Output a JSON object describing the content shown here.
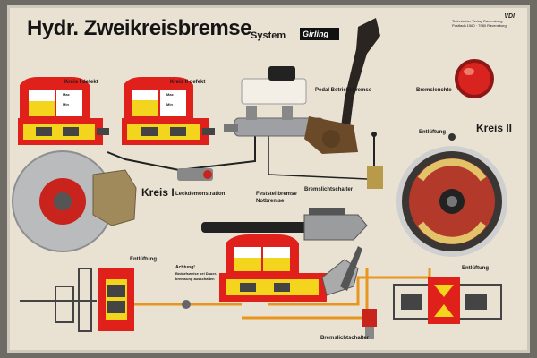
{
  "title": "Hydr. Zweikreisbremse",
  "system_label": "System",
  "brand_label": "Girling",
  "publisher": {
    "logo": "VDI",
    "name": "Technischer Verlag Ravensburg",
    "address": "Postfach 1560 · 7980 Ravensburg"
  },
  "labels": {
    "kreis1_defekt": "Kreis I defekt",
    "kreis2_defekt": "Kreis II defekt",
    "pedal": "Pedal Betriebsbremse",
    "bremsleuchte": "Bremsleuchte",
    "entlueftung_top": "Entlüftung",
    "kreis2": "Kreis II",
    "kreis1": "Kreis I",
    "leckdemonstration": "Leckdemonstration",
    "feststellbremse": "Feststellbremse",
    "notbremse": "Notbremse",
    "bremslichtschalter_top": "Bremslichtschalter",
    "entlueftung_left": "Entlüftung",
    "achtung": "Achtung!",
    "achtung_text_1": "Bedarfsweise bei Dauer-",
    "achtung_text_2": "bremsung ausschalten",
    "entlueftung_right": "Entlüftung",
    "bremslichtschalter_bottom": "Bremslichtschalter"
  },
  "reservoir_markers": {
    "max": "Max",
    "min": "Min"
  },
  "colors": {
    "board": "#e9e2d3",
    "fluid_red": "#e0201a",
    "fluid_yellow": "#f2d51c",
    "disc": "#b9bbbd",
    "drum": "#3a3634",
    "pipe": "#e8961e"
  }
}
